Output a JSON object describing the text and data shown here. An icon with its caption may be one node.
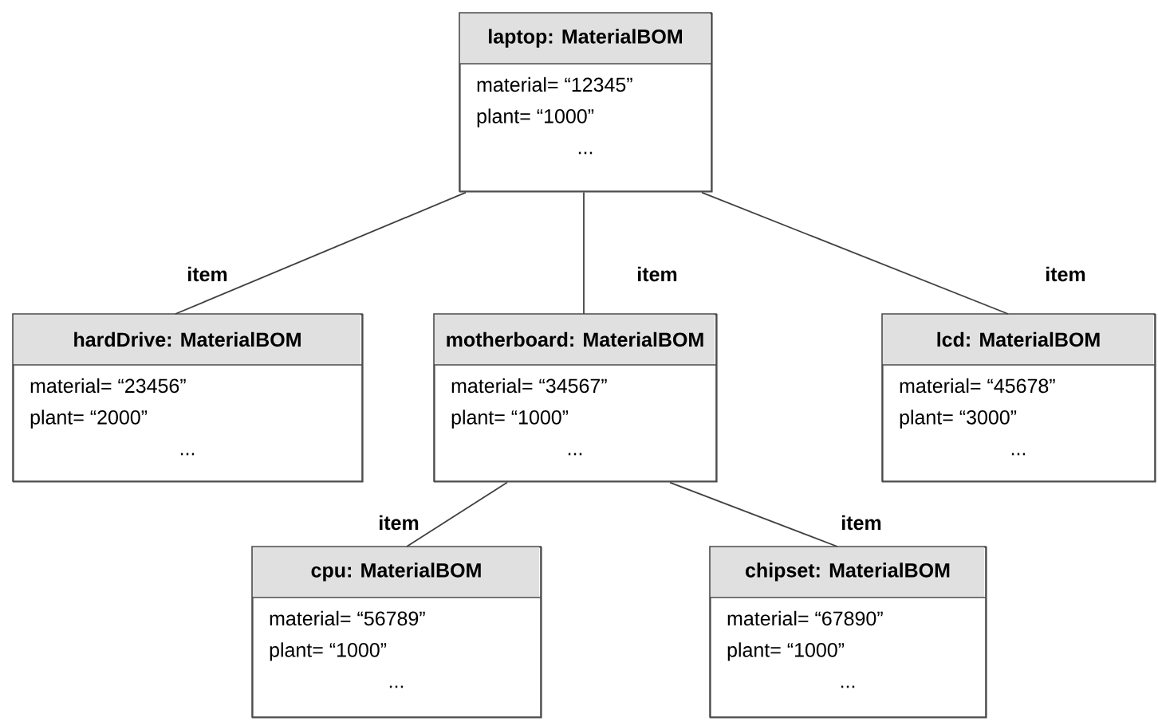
{
  "diagram": {
    "nodes": [
      {
        "text": [
          "laptop: MaterialBOM",
          "material= “12345”",
          "plant= “1000”",
          "..."
        ]
      },
      {
        "text": [
          "hardDrive: MaterialBOM",
          "material= “23456”",
          "plant= “2000”",
          "..."
        ]
      },
      {
        "text": [
          "motherboard: MaterialBOM",
          "material= “34567”",
          "plant= “1000”",
          "..."
        ]
      },
      {
        "text": [
          "lcd: MaterialBOM",
          "material= “45678”",
          "plant= “3000”",
          "..."
        ]
      },
      {
        "text": [
          "cpu: MaterialBOM",
          "material= “56789”",
          "plant= “1000”",
          "..."
        ]
      },
      {
        "text": [
          "chipset: MaterialBOM",
          "material= “67890”",
          "plant= “1000”",
          "..."
        ]
      }
    ],
    "edges": [
      {
        "from": 0,
        "to": 1,
        "arrow": "none",
        "label": "item"
      },
      {
        "from": 0,
        "to": 2,
        "arrow": "none",
        "label": "item"
      },
      {
        "from": 0,
        "to": 3,
        "arrow": "none",
        "label": "item"
      },
      {
        "from": 2,
        "to": 4,
        "arrow": "none",
        "label": "item"
      },
      {
        "from": 2,
        "to": 5,
        "arrow": "none",
        "label": "item"
      }
    ]
  }
}
